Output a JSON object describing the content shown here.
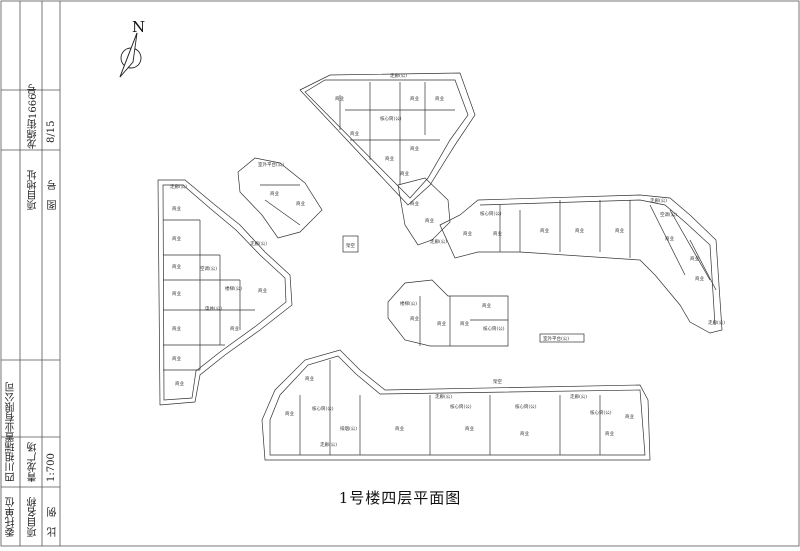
{
  "plan_title": "1号楼四层平面图",
  "north": "N",
  "title_block": {
    "client_label": "委托单位",
    "client_value": "四川祖瑞置业有限公司",
    "project_label": "项目名称",
    "project_value": "青龙广场",
    "scale_label": "比　例",
    "scale_value": "1:700",
    "address_label": "项目地址",
    "address_value": "龙绵街1666号",
    "sheet_label": "图　号",
    "sheet_value": "8/15"
  },
  "room_labels": {
    "shop": "商业",
    "corridor": "走廊(公)",
    "stair": "楼梯(公)",
    "electric_well": "电井(公)",
    "smoke_room": "排烟(公)",
    "core": "核心筒(公)",
    "aircon": "空调(公)",
    "outdoor_platform": "室外平台(公)",
    "overhang": "架空"
  }
}
